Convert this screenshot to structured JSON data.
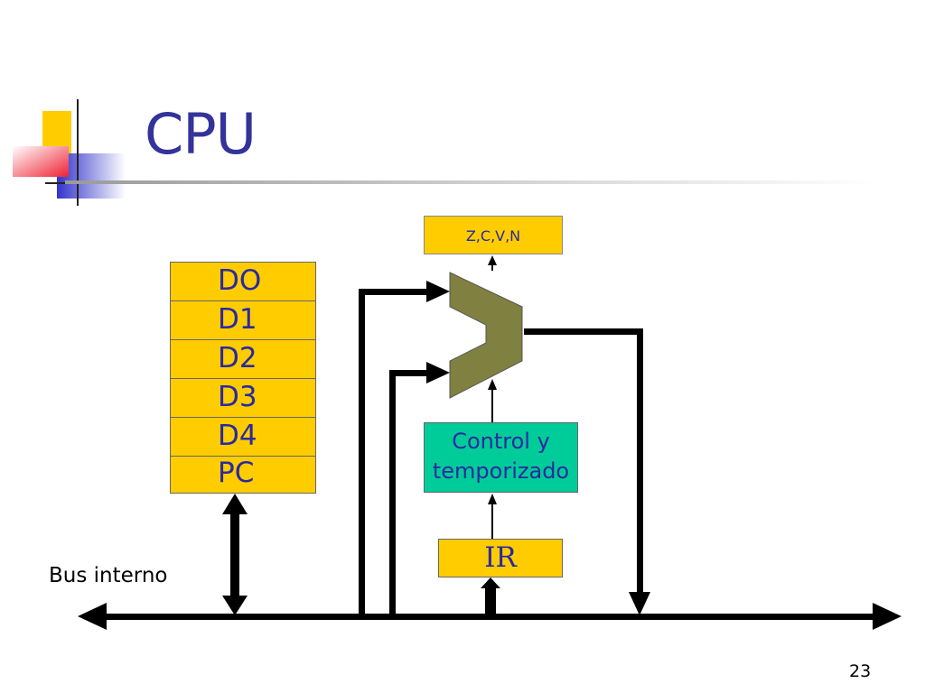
{
  "slide": {
    "title": "CPU",
    "page_number": "23"
  },
  "registers": [
    "DO",
    "D1",
    "D2",
    "D3",
    "D4",
    "PC"
  ],
  "alu": {
    "flags_label": "Z,C,V,N"
  },
  "control_unit": {
    "line1": "Control y",
    "line2": "temporizado"
  },
  "instruction_register": {
    "label": "IR"
  },
  "bus": {
    "label": "Bus interno"
  },
  "colors": {
    "title": "#33339a",
    "register_fill": "#ffcc00",
    "control_fill": "#00cc99",
    "alu_fill": "#808040",
    "text": "#2a2aa0"
  }
}
